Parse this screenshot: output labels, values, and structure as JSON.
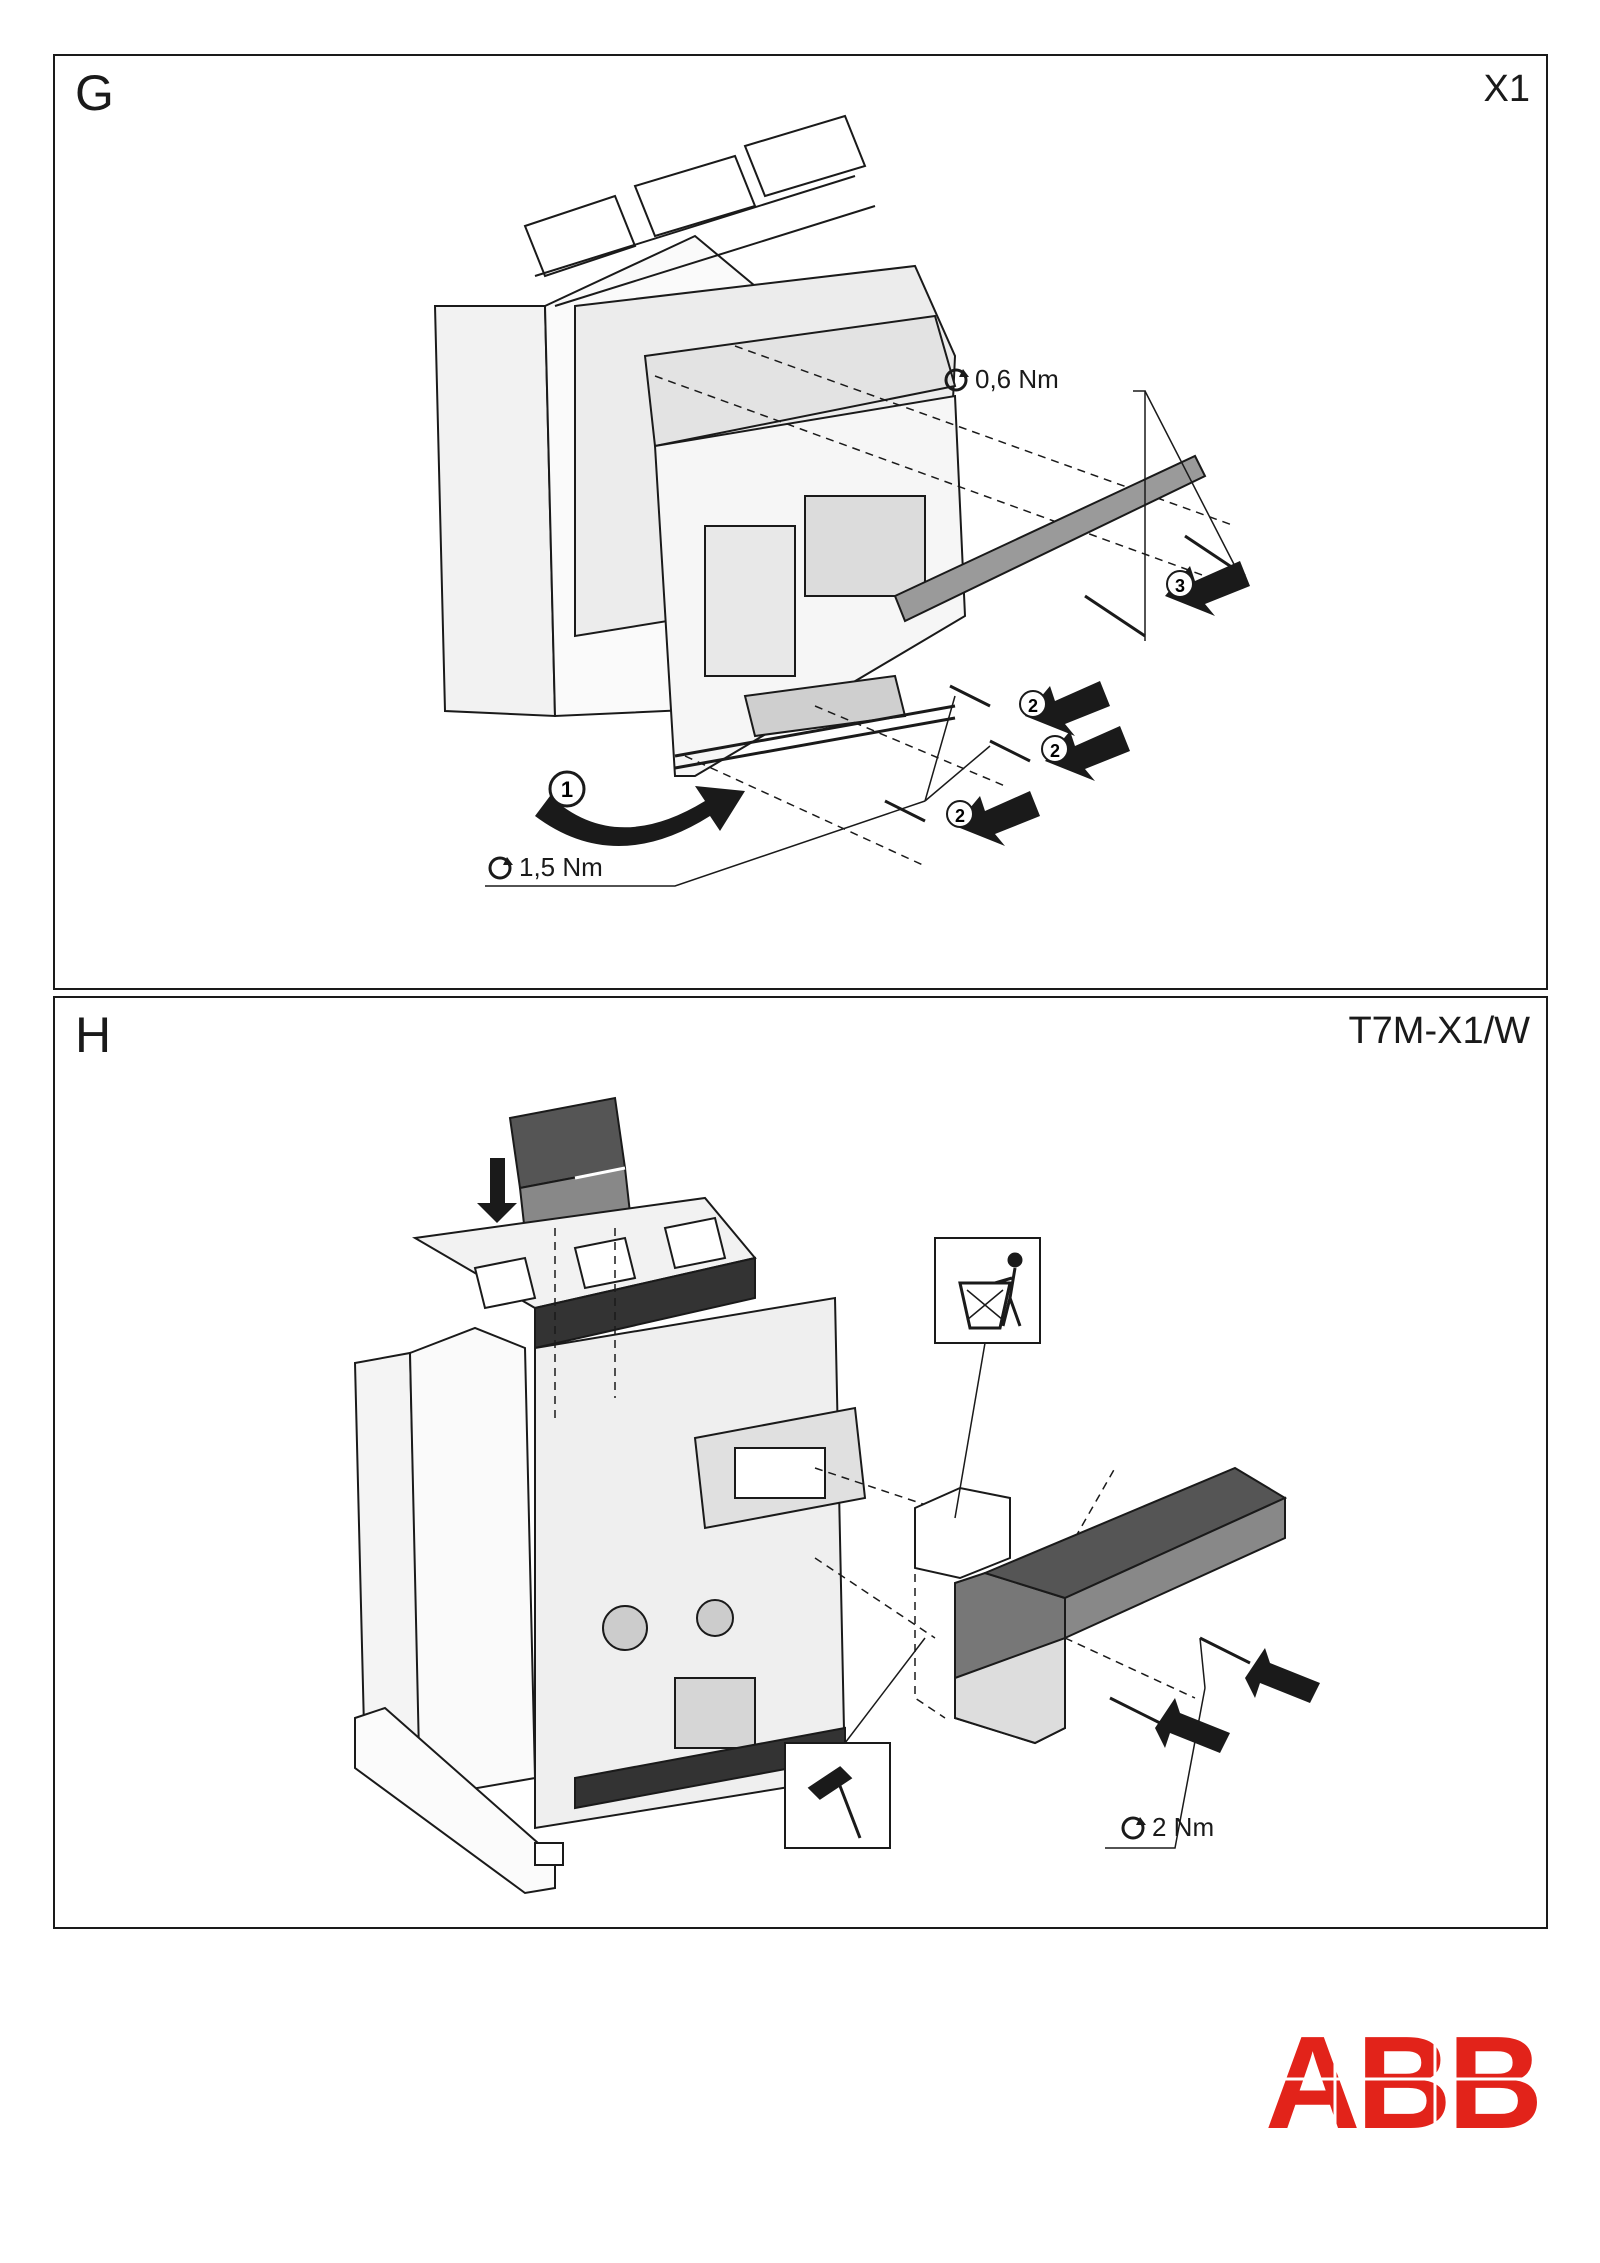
{
  "panel_g": {
    "letter": "G",
    "model": "X1",
    "torque_top": "0,6 Nm",
    "torque_bottom": "1,5 Nm",
    "step_labels": [
      "1",
      "2",
      "2",
      "2",
      "3"
    ]
  },
  "panel_h": {
    "letter": "H",
    "model": "T7M-X1/W",
    "torque": "2 Nm",
    "icons": [
      "trash-bin-icon",
      "hammer-icon"
    ]
  },
  "logo": {
    "text": "ABB",
    "color": "#e2231a"
  }
}
